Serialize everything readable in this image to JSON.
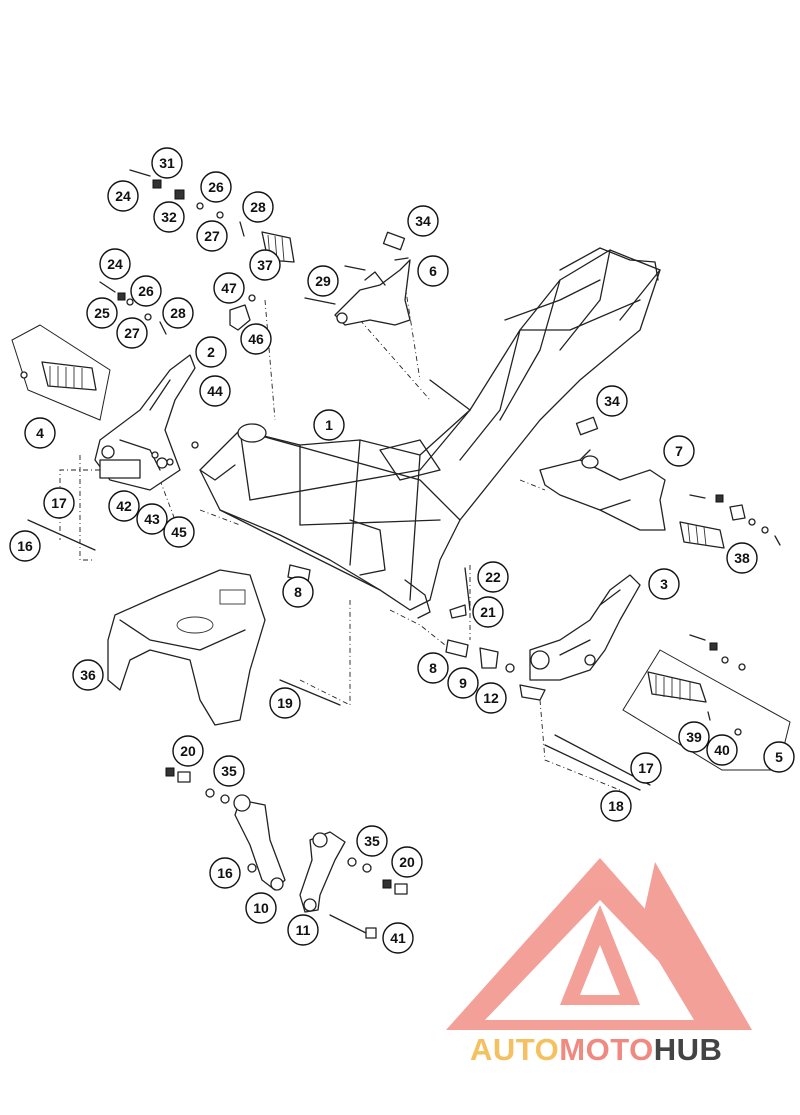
{
  "callouts": [
    "1",
    "2",
    "3",
    "4",
    "5",
    "6",
    "7",
    "8",
    "8",
    "9",
    "10",
    "11",
    "12",
    "16",
    "16",
    "17",
    "17",
    "18",
    "19",
    "20",
    "20",
    "21",
    "22",
    "24",
    "24",
    "25",
    "26",
    "26",
    "27",
    "27",
    "28",
    "28",
    "29",
    "31",
    "32",
    "34",
    "34",
    "35",
    "35",
    "36",
    "37",
    "38",
    "39",
    "40",
    "41",
    "42",
    "43",
    "44",
    "45",
    "46",
    "47"
  ],
  "watermark": {
    "part1": "AUTO",
    "part2": "MOTO",
    "part3": "HUB",
    "color1": "#f5c060",
    "color2": "#f08a80",
    "color3": "#444444",
    "logo_color": "#f28c84"
  }
}
